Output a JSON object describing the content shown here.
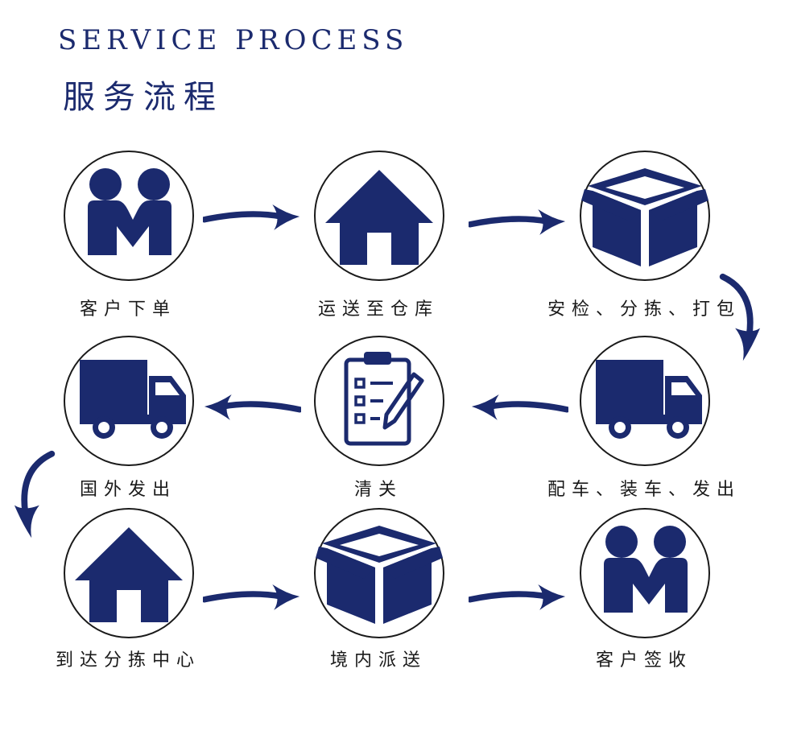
{
  "header": {
    "title_en": "SERVICE PROCESS",
    "title_zh": "服务流程"
  },
  "colors": {
    "primary": "#1b2a6e",
    "outline": "#1a1a1a",
    "background": "#ffffff"
  },
  "steps": [
    {
      "label": "客户下单",
      "icon": "handshake-people-icon"
    },
    {
      "label": "运送至仓库",
      "icon": "house-icon"
    },
    {
      "label": "安检、分拣、打包",
      "icon": "box-icon"
    },
    {
      "label": "配车、装车、发出",
      "icon": "truck-icon"
    },
    {
      "label": "清关",
      "icon": "clipboard-checklist-icon"
    },
    {
      "label": "国外发出",
      "icon": "truck-icon"
    },
    {
      "label": "到达分拣中心",
      "icon": "house-icon"
    },
    {
      "label": "境内派送",
      "icon": "box-icon"
    },
    {
      "label": "客户签收",
      "icon": "handshake-people-icon"
    }
  ],
  "flow": [
    {
      "from": 1,
      "to": 2,
      "direction": "right"
    },
    {
      "from": 2,
      "to": 3,
      "direction": "right"
    },
    {
      "from": 3,
      "to": 4,
      "direction": "down"
    },
    {
      "from": 4,
      "to": 5,
      "direction": "left"
    },
    {
      "from": 5,
      "to": 6,
      "direction": "left"
    },
    {
      "from": 6,
      "to": 7,
      "direction": "down"
    },
    {
      "from": 7,
      "to": 8,
      "direction": "right"
    },
    {
      "from": 8,
      "to": 9,
      "direction": "right"
    }
  ]
}
